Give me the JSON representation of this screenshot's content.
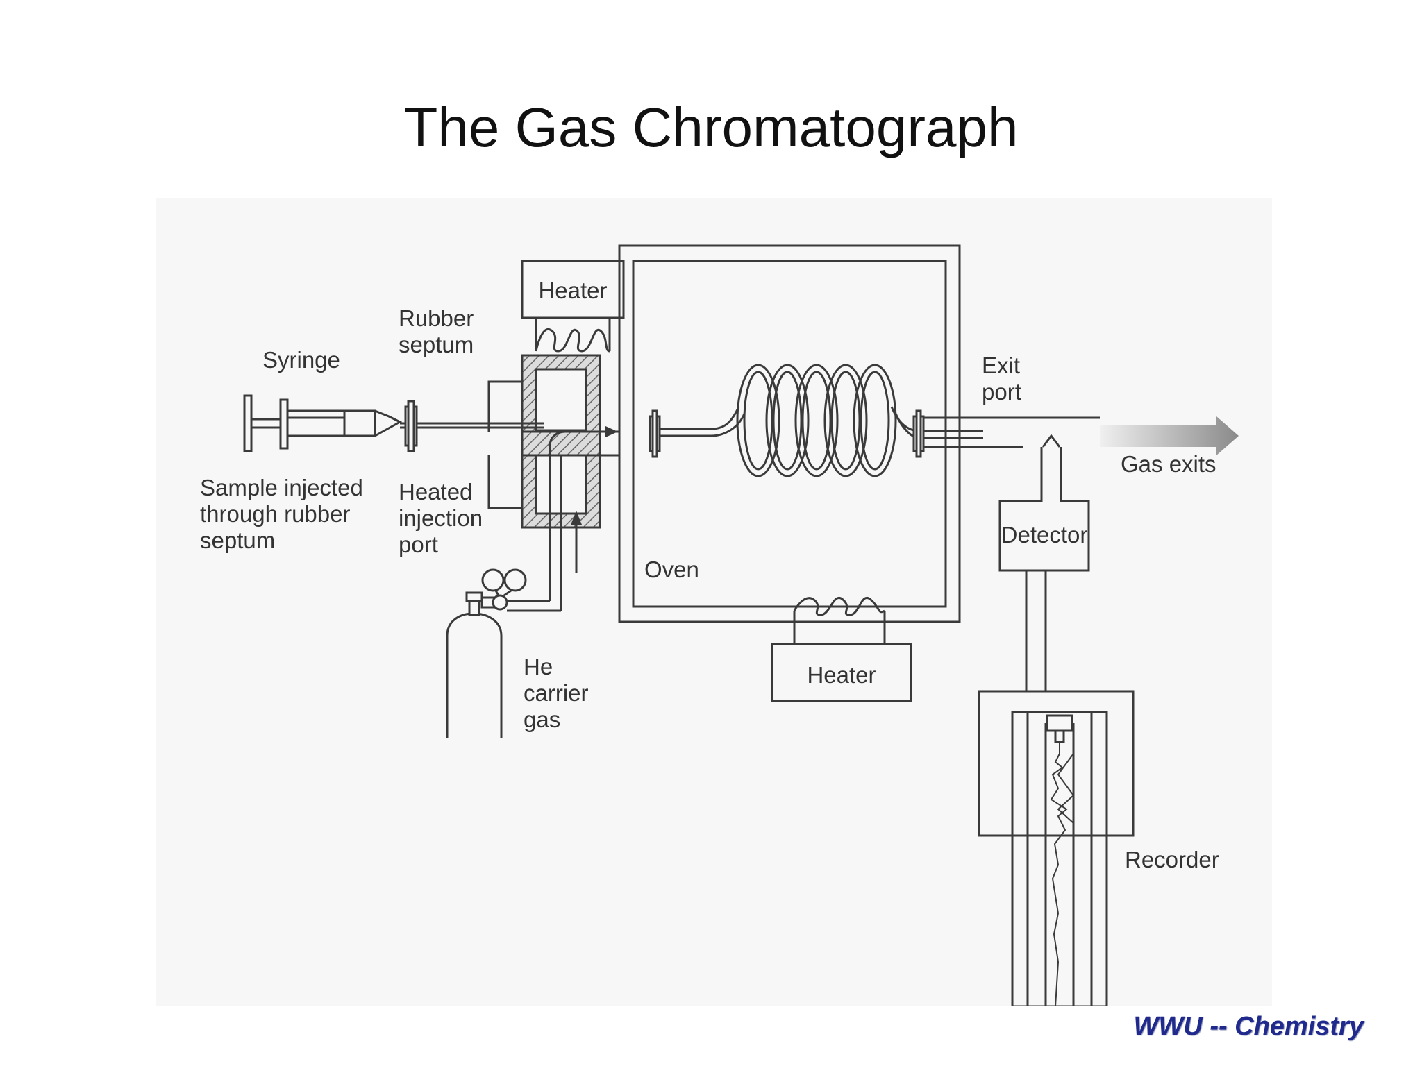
{
  "slide": {
    "title": "The Gas Chromatograph",
    "footer": "WWU -- Chemistry"
  },
  "diagram": {
    "labels": {
      "syringe": "Syringe",
      "rubber_septum": [
        "Rubber",
        "septum"
      ],
      "heater_top": "Heater",
      "sample_injected": [
        "Sample injected",
        "through rubber",
        "septum"
      ],
      "heated_injection_port": [
        "Heated",
        "injection",
        "port"
      ],
      "oven": "Oven",
      "heater_bottom": "Heater",
      "exit_port": [
        "Exit",
        "port"
      ],
      "gas_exits": "Gas exits",
      "detector": "Detector",
      "he_carrier_gas": [
        "He",
        "carrier",
        "gas"
      ],
      "recorder": "Recorder"
    }
  }
}
